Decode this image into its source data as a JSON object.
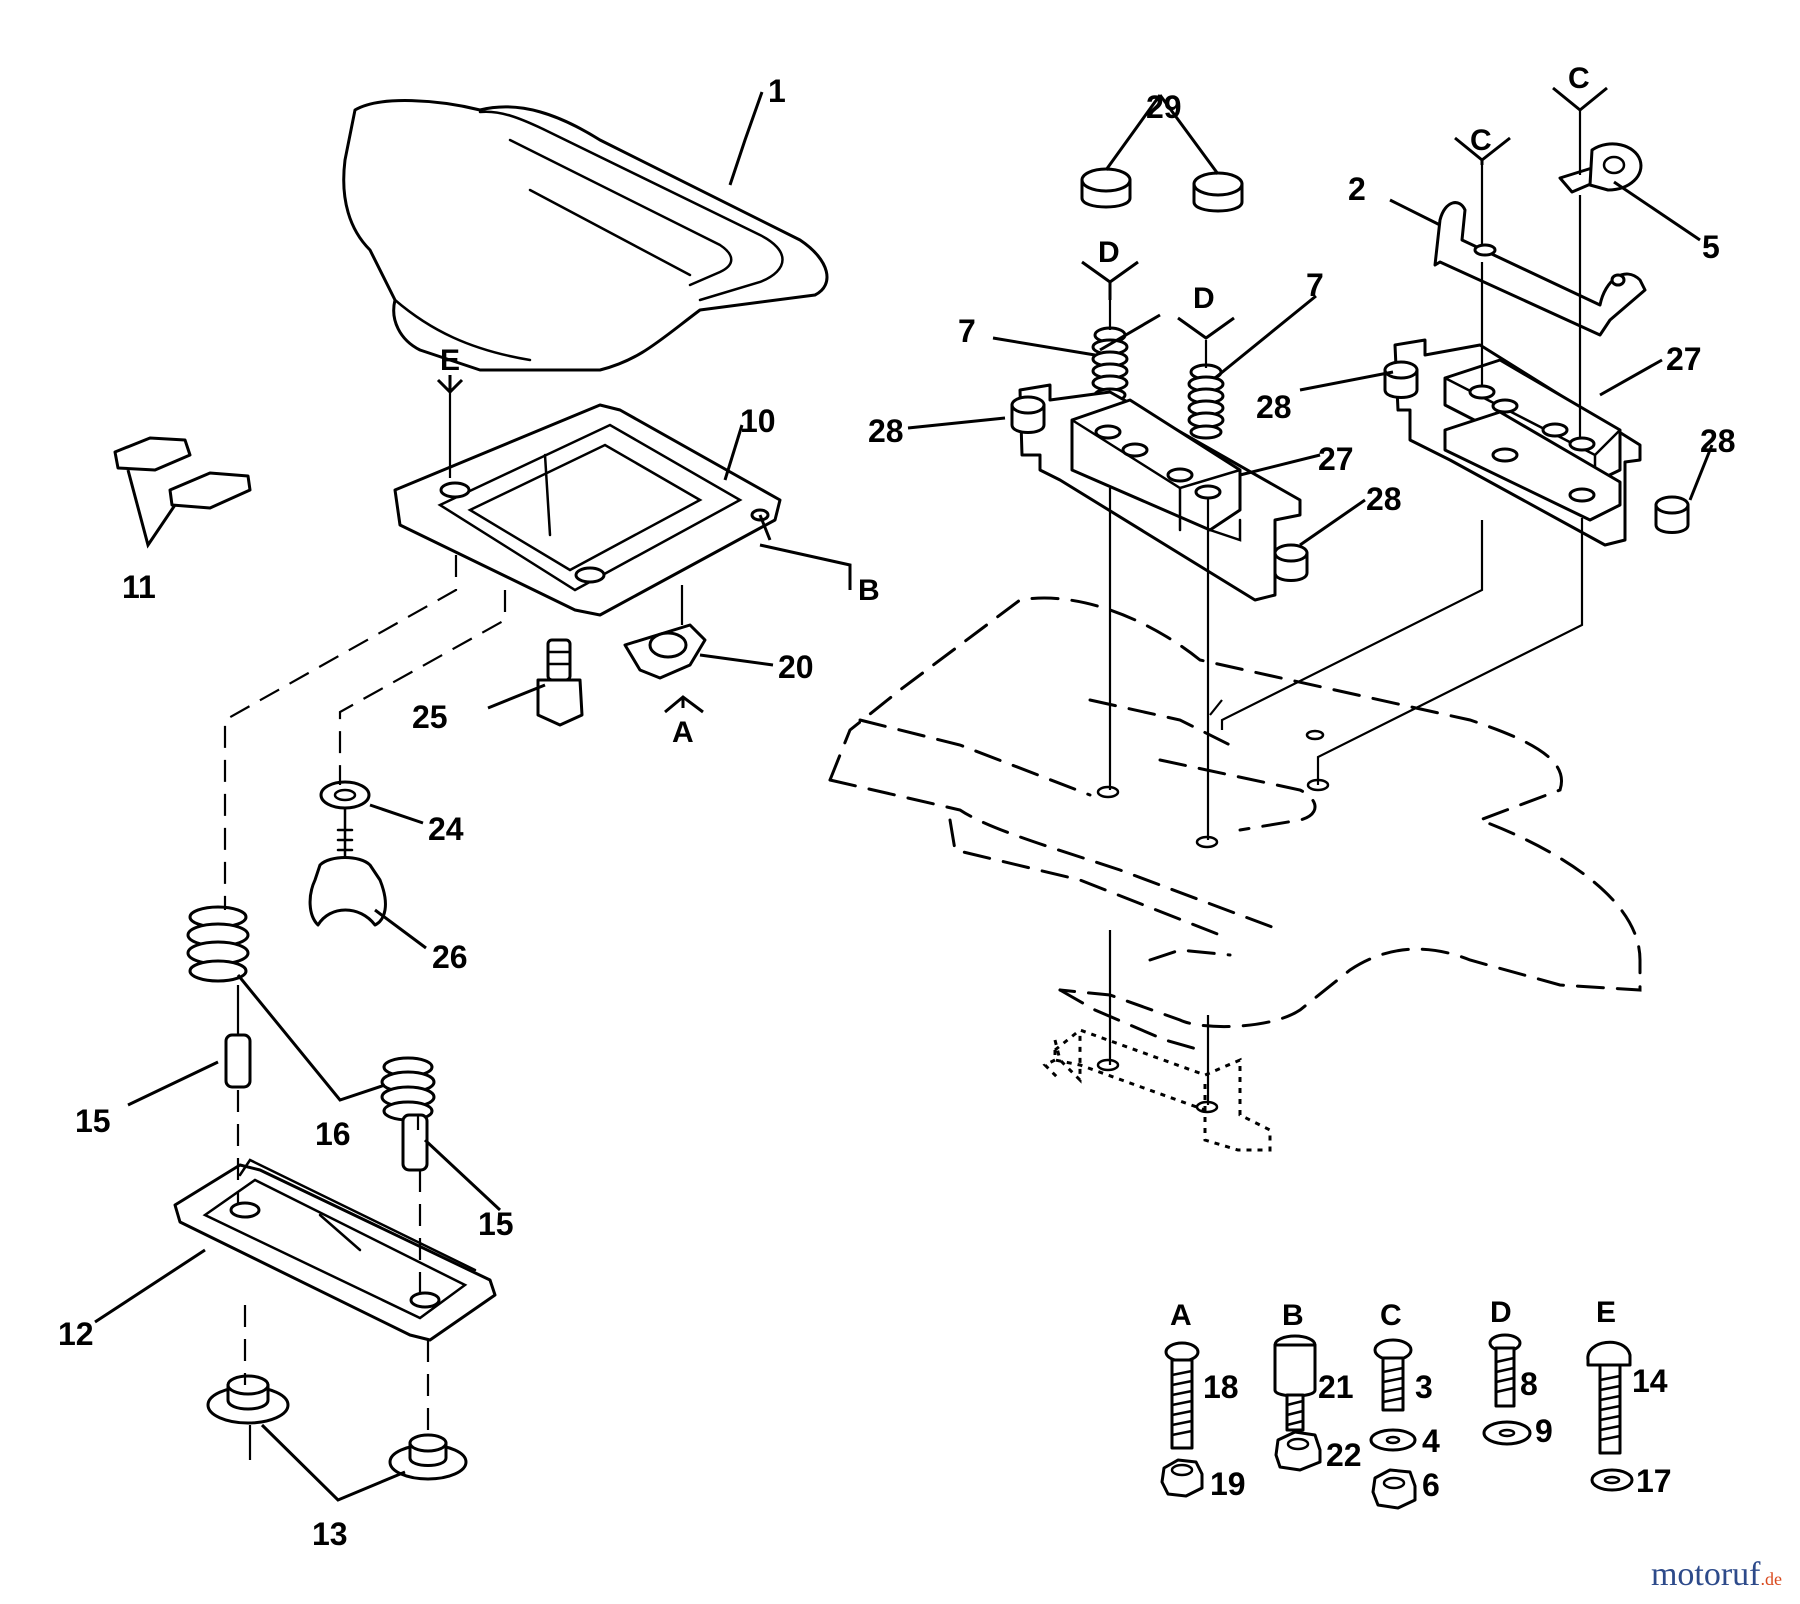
{
  "parts": {
    "p1": "1",
    "p2": "2",
    "p5": "5",
    "p7a": "7",
    "p7b": "7",
    "p10": "10",
    "p11": "11",
    "p12": "12",
    "p13": "13",
    "p15a": "15",
    "p15b": "15",
    "p16": "16",
    "p20": "20",
    "p24": "24",
    "p25": "25",
    "p26": "26",
    "p27a": "27",
    "p27b": "27",
    "p28a": "28",
    "p28b": "28",
    "p28c": "28",
    "p28d": "28",
    "p29": "29"
  },
  "callout_letters": {
    "c_top1": "C",
    "c_top2": "C",
    "d1": "D",
    "d2": "D",
    "e": "E",
    "b": "B",
    "a": "A"
  },
  "hardware_key": [
    {
      "letter": "A",
      "items": [
        "18",
        "19"
      ]
    },
    {
      "letter": "B",
      "items": [
        "21",
        "22"
      ]
    },
    {
      "letter": "C",
      "items": [
        "3",
        "4",
        "6"
      ]
    },
    {
      "letter": "D",
      "items": [
        "8",
        "9"
      ]
    },
    {
      "letter": "E",
      "items": [
        "14",
        "17"
      ]
    }
  ],
  "watermark": {
    "brand": "motoruf",
    "tld": ".de"
  }
}
